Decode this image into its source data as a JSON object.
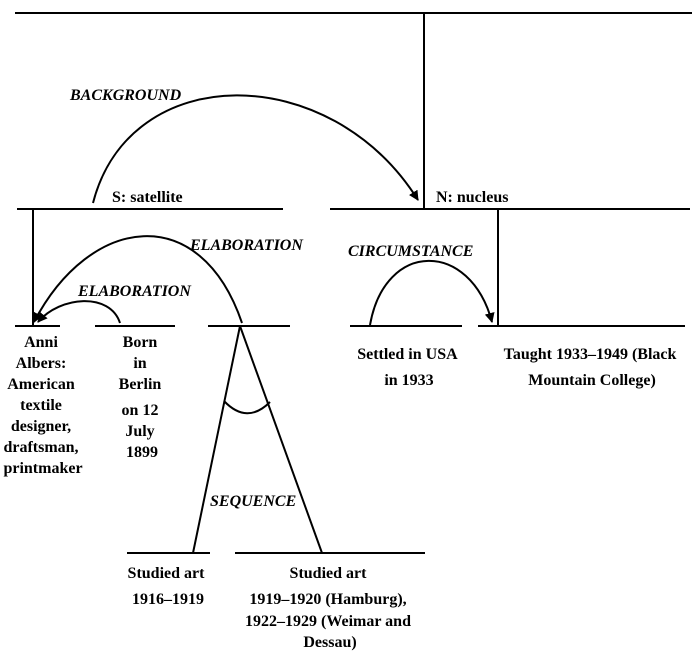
{
  "relations": {
    "background": "BACKGROUND",
    "elaboration_outer": "ELABORATION",
    "elaboration_inner": "ELABORATION",
    "circumstance": "CIRCUMSTANCE",
    "sequence": "SEQUENCE"
  },
  "labels": {
    "satellite": "S: satellite",
    "nucleus": "N: nucleus"
  },
  "leaves": {
    "anni": [
      "Anni",
      "Albers:",
      "American",
      "textile",
      "designer,",
      "draftsman,",
      "printmaker"
    ],
    "born": [
      "Born",
      "in",
      "Berlin",
      "on 12",
      "July",
      "1899"
    ],
    "settled": [
      "Settled in USA",
      "in 1933"
    ],
    "taught": [
      "Taught 1933–1949 (Black",
      "Mountain College)"
    ],
    "studied1": [
      "Studied art",
      "1916–1919"
    ],
    "studied2": [
      "Studied art",
      "1919–1920 (Hamburg),",
      "1922–1929 (Weimar and",
      "Dessau)"
    ]
  }
}
